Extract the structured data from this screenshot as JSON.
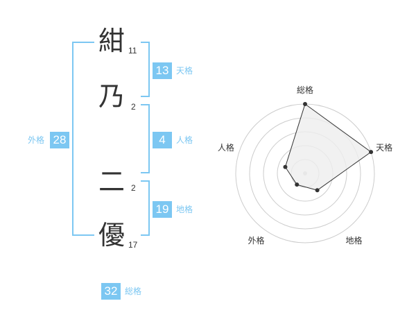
{
  "name_chars": [
    {
      "char": "紺",
      "strokes": "11"
    },
    {
      "char": "乃",
      "strokes": "2"
    },
    {
      "char": "二",
      "strokes": "2"
    },
    {
      "char": "優",
      "strokes": "17"
    }
  ],
  "ten_kaku": {
    "value": "13",
    "label": "天格"
  },
  "jin_kaku": {
    "value": "4",
    "label": "人格"
  },
  "chi_kaku": {
    "value": "19",
    "label": "地格"
  },
  "gai_kaku": {
    "value": "28",
    "label": "外格"
  },
  "sou_kaku": {
    "value": "32",
    "label": "総格"
  },
  "accent_color": "#7cc7f2",
  "chart_data": {
    "type": "radar",
    "axes": [
      "総格",
      "天格",
      "地格",
      "外格",
      "人格"
    ],
    "values": [
      5,
      5,
      1.5,
      1,
      1.5
    ],
    "max": 5,
    "rings": 5
  }
}
